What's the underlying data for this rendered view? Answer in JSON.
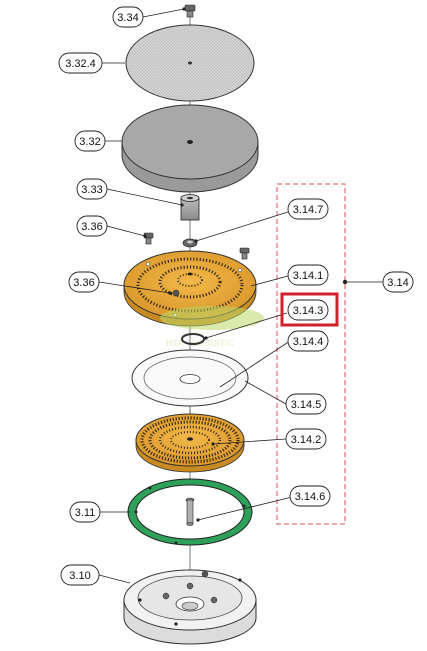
{
  "diagram": {
    "callouts": {
      "c3_34": "3.34",
      "c3_32_4": "3.32.4",
      "c3_32": "3.32",
      "c3_33": "3.33",
      "c3_36a": "3.36",
      "c3_36b": "3.36",
      "c3_14_7": "3.14.7",
      "c3_14_1": "3.14.1",
      "c3_14_3": "3.14.3",
      "c3_14": "3.14",
      "c3_14_4": "3.14.4",
      "c3_14_5": "3.14.5",
      "c3_14_2": "3.14.2",
      "c3_11": "3.11",
      "c3_14_6": "3.14.6",
      "c3_10": "3.10"
    },
    "highlighted_callout": "3.14.3",
    "watermark": "HTA - LOGISTIC",
    "colors": {
      "highlight": "#d0202a",
      "assembly_box": "#e05050",
      "brass": "#e0a02c",
      "gasket_green": "#2fa05a",
      "plate_grey": "#a8a8a8"
    }
  }
}
